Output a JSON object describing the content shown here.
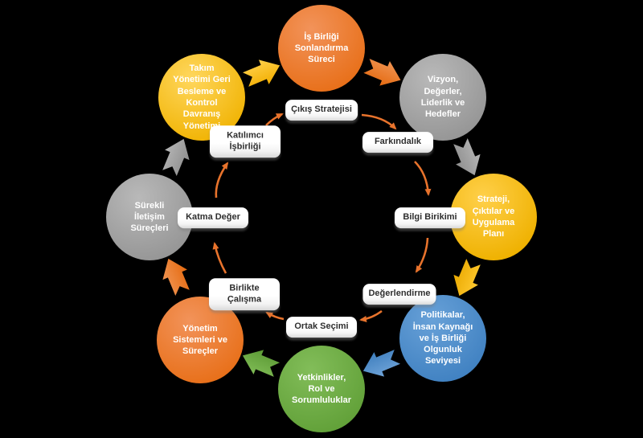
{
  "background_color": "#000000",
  "palette": {
    "orange": "#E8701A",
    "gray": "#9C9C9C",
    "gold": "#F3B301",
    "yellow": "#FFC20E",
    "blue": "#4D8FCC",
    "green": "#69A941",
    "flow_arrow_orange": "#E8732C",
    "label_background": "#FFFFFF",
    "label_text": "#2E2E2E",
    "circle_text": "#FFFFFF"
  },
  "circles": [
    {
      "name": "is-birligi-sonlandirma-sureci",
      "label": "İş Birliği\nSonlandırma\nSüreci",
      "color": "#E8701A"
    },
    {
      "name": "vizyon-degerler-liderlik-hedefler",
      "label": "Vizyon,\nDeğerler,\nLiderlik ve\nHedefler",
      "color": "#9C9C9C"
    },
    {
      "name": "strateji-ciktilar-uygulama-plani",
      "label": "Strateji,\nÇıktılar ve\nUygulama\nPlanı",
      "color": "#F3B301"
    },
    {
      "name": "politikalar-insan-kaynagi-olgunluk",
      "label": "Politikalar,\nİnsan Kaynağı\nve İş Birliği\nOlgunluk\nSeviyesi",
      "color": "#4D8FCC"
    },
    {
      "name": "yetkinlikler-rol-sorumluluklar",
      "label": "Yetkinlikler,\nRol ve\nSorumluluklar",
      "color": "#69A941"
    },
    {
      "name": "yonetim-sistemleri-surecler",
      "label": "Yönetim\nSistemleri ve\nSüreçler",
      "color": "#E8701A"
    },
    {
      "name": "surekli-iletisim-surecleri",
      "label": "Sürekli\nİletişim\nSüreçleri",
      "color": "#9C9C9C"
    },
    {
      "name": "takim-yonetimi-geri-besleme",
      "label": "Takım\nYönetimi Geri\nBesleme ve\nKontrol\nDavranış\nYönetimi",
      "color": "#FFC20E"
    }
  ],
  "steps": [
    {
      "name": "cikis-stratejisi",
      "label": "Çıkış Stratejisi"
    },
    {
      "name": "farkindalik",
      "label": "Farkındalık"
    },
    {
      "name": "bilgi-birikimi",
      "label": "Bilgi Birikimi"
    },
    {
      "name": "degerlendirme",
      "label": "Değerlendirme"
    },
    {
      "name": "ortak-secimi",
      "label": "Ortak Seçimi"
    },
    {
      "name": "birlikte-calisma",
      "label": "Birlikte\nÇalışma"
    },
    {
      "name": "katma-deger",
      "label": "Katma Değer"
    },
    {
      "name": "katilimci-isbirligi",
      "label": "Katılımcı\nİşbirliği"
    }
  ],
  "block_arrows": [
    {
      "from": "is-birligi-sonlandirma-sureci",
      "to": "vizyon-degerler-liderlik-hedefler",
      "color": "#E9731C"
    },
    {
      "from": "vizyon-degerler-liderlik-hedefler",
      "to": "strateji-ciktilar-uygulama-plani",
      "color": "#9C9C9C"
    },
    {
      "from": "strateji-ciktilar-uygulama-plani",
      "to": "politikalar-insan-kaynagi-olgunluk",
      "color": "#F3B301"
    },
    {
      "from": "politikalar-insan-kaynagi-olgunluk",
      "to": "yetkinlikler-rol-sorumluluklar",
      "color": "#4D8FCC"
    },
    {
      "from": "yetkinlikler-rol-sorumluluklar",
      "to": "yonetim-sistemleri-surecler",
      "color": "#69A941"
    },
    {
      "from": "yonetim-sistemleri-surecler",
      "to": "surekli-iletisim-surecleri",
      "color": "#E9731C"
    },
    {
      "from": "surekli-iletisim-surecleri",
      "to": "takim-yonetimi-geri-besleme",
      "color": "#9C9C9C"
    },
    {
      "from": "takim-yonetimi-geri-besleme",
      "to": "is-birligi-sonlandirma-sureci",
      "color": "#FFC20E"
    }
  ],
  "flow_arrows": [
    {
      "from": "cikis-stratejisi",
      "to": "farkindalik"
    },
    {
      "from": "farkindalik",
      "to": "bilgi-birikimi"
    },
    {
      "from": "bilgi-birikimi",
      "to": "degerlendirme"
    },
    {
      "from": "degerlendirme",
      "to": "ortak-secimi"
    },
    {
      "from": "ortak-secimi",
      "to": "birlikte-calisma"
    },
    {
      "from": "birlikte-calisma",
      "to": "katma-deger"
    },
    {
      "from": "katma-deger",
      "to": "katilimci-isbirligi"
    },
    {
      "from": "katilimci-isbirligi",
      "to": "cikis-stratejisi"
    }
  ]
}
